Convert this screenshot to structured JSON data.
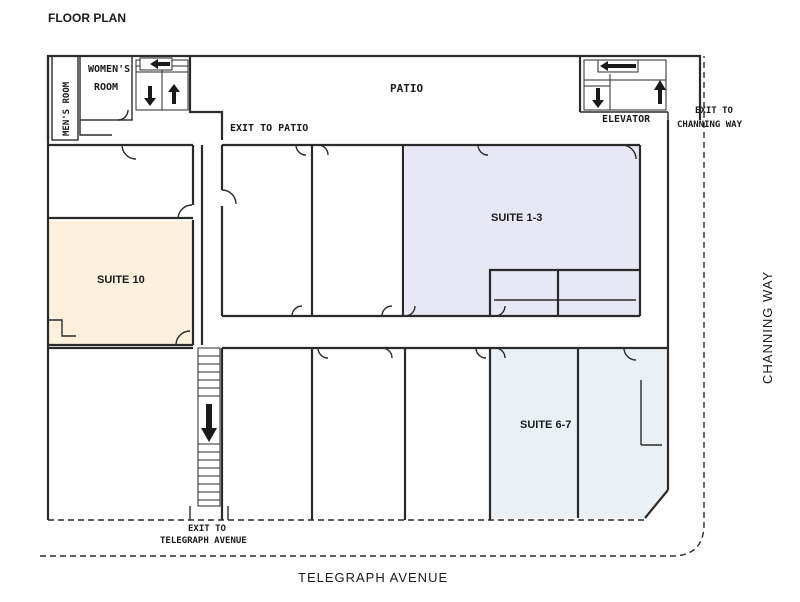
{
  "title": "FLOOR PLAN",
  "colors": {
    "suite_10": "#fdf0dc",
    "suite_1_3": "#e8e8f4",
    "suite_6_7": "#eaf0f4",
    "wall": "#2a2a2a",
    "background": "#ffffff"
  },
  "rooms": {
    "mens_room": "MEN'S ROOM",
    "womens_room_line1": "WOMEN'S",
    "womens_room_line2": "ROOM",
    "patio": "PATIO",
    "elevator": "ELEVATOR"
  },
  "suites": {
    "suite_10": "SUITE 10",
    "suite_1_3": "SUITE 1-3",
    "suite_6_7": "SUITE 6-7"
  },
  "exits": {
    "patio": "EXIT TO PATIO",
    "channing_line1": "EXIT TO",
    "channing_line2": "CHANNING WAY",
    "telegraph_line1": "EXIT TO",
    "telegraph_line2": "TELEGRAPH AVENUE"
  },
  "streets": {
    "south": "TELEGRAPH AVENUE",
    "east": "CHANNING WAY"
  }
}
